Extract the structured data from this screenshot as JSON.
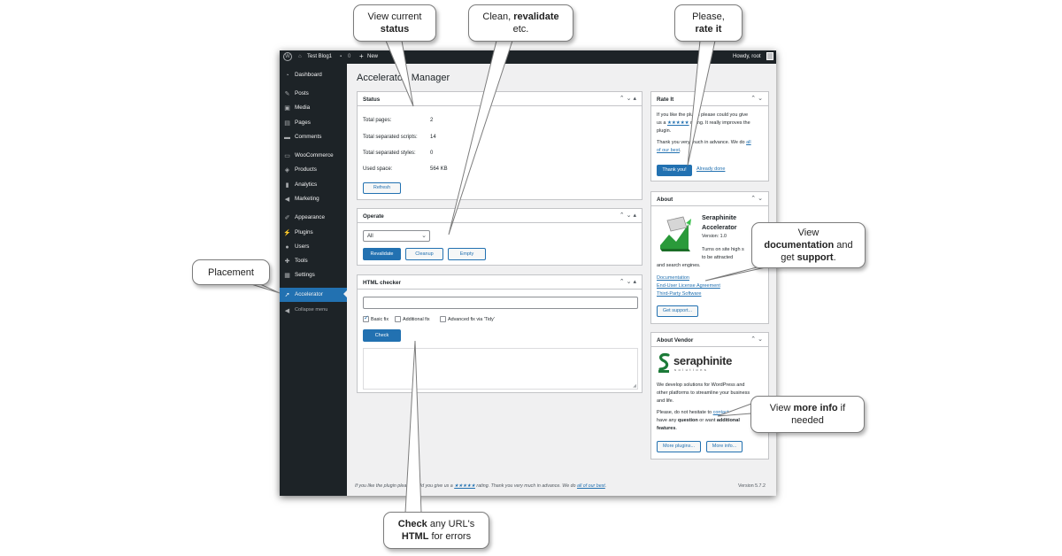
{
  "callouts": {
    "status": {
      "l1": "View current",
      "b1": "status"
    },
    "revalidate": {
      "a1": "Clean, ",
      "b1": "revalidate",
      "l2": "etc."
    },
    "rate": {
      "l1": "Please,",
      "b1": "rate it"
    },
    "placement": {
      "l1": "Placement"
    },
    "docs": {
      "l1": "View",
      "b1": "documentation",
      "a1": " and",
      "l3a": "get ",
      "b2": "support",
      "l3b": "."
    },
    "moreinfo": {
      "a1": "View ",
      "b1": "more info",
      "a2": " if",
      "l2": "needed"
    },
    "check": {
      "b1": "Check",
      "a1": " any URL's",
      "b2": "HTML",
      "a2": " for errors"
    }
  },
  "adminbar": {
    "site": "Test Blog1",
    "comments": "0",
    "new": "New",
    "howdy": "Howdy, root"
  },
  "sidebar": {
    "items": [
      {
        "label": "Dashboard",
        "icon": "dashboard-icon"
      },
      {
        "label": "Posts",
        "icon": "pin-icon"
      },
      {
        "label": "Media",
        "icon": "media-icon"
      },
      {
        "label": "Pages",
        "icon": "pages-icon"
      },
      {
        "label": "Comments",
        "icon": "comments-icon"
      },
      {
        "label": "WooCommerce",
        "icon": "woocommerce-icon"
      },
      {
        "label": "Products",
        "icon": "products-icon"
      },
      {
        "label": "Analytics",
        "icon": "analytics-icon"
      },
      {
        "label": "Marketing",
        "icon": "megaphone-icon"
      },
      {
        "label": "Appearance",
        "icon": "brush-icon"
      },
      {
        "label": "Plugins",
        "icon": "plug-icon"
      },
      {
        "label": "Users",
        "icon": "users-icon"
      },
      {
        "label": "Tools",
        "icon": "wrench-icon"
      },
      {
        "label": "Settings",
        "icon": "settings-icon"
      },
      {
        "label": "Accelerator",
        "icon": "accelerator-icon"
      },
      {
        "label": "Collapse menu",
        "icon": "collapse-icon"
      }
    ]
  },
  "page_title": "Accelerator: Manager",
  "status": {
    "title": "Status",
    "rows": [
      {
        "label": "Total pages:",
        "value": "2"
      },
      {
        "label": "Total separated scripts:",
        "value": "14"
      },
      {
        "label": "Total separated styles:",
        "value": "0"
      },
      {
        "label": "Used space:",
        "value": "564 KB"
      }
    ],
    "refresh": "Refresh"
  },
  "operate": {
    "title": "Operate",
    "select_value": "All",
    "revalidate": "Revalidate",
    "cleanup": "Cleanup",
    "empty": "Empty"
  },
  "html_checker": {
    "title": "HTML checker",
    "basic": "Basic fix",
    "additional": "Additional fix",
    "advanced": "Advanced fix via 'Tidy'",
    "check": "Check"
  },
  "rate_it": {
    "title": "Rate It",
    "p1a": "If you like the plugin please could you give",
    "p1b": "us a",
    "stars": "★★★★★",
    "p1c": " rating. It really improves the",
    "p1d": "plugin.",
    "p2a": "Thank you very much in advance. We do ",
    "p2link": "all",
    "p2link2": "of our best",
    "p2end": ".",
    "thanks": "Thank you!",
    "already": "Already done"
  },
  "about": {
    "title": "About",
    "name1": "Seraphinite",
    "name2": "Accelerator",
    "version": "Version: 1.0",
    "d1": "Turns on site high s",
    "d2": "to be attracted",
    "d3": "and search engines.",
    "doc": "Documentation",
    "eula": "End-User License Agreement",
    "third": "Third-Party Software",
    "support": "Get support..."
  },
  "vendor": {
    "title": "About Vendor",
    "logo": "seraphinite",
    "logo_sub": "solutions",
    "t1": "We develop solutions for WordPress and",
    "t2": "other platforms to streamline your business",
    "t3": "and life.",
    "t4a": "Please, do not hesitate to ",
    "t4link": "contact us",
    "t4b": " if",
    "t5a": "have any ",
    "t5b": "question",
    "t5c": " or want ",
    "t5d": "additional",
    "t6": "features",
    "t6end": ".",
    "plugins": "More plugins...",
    "info": "More info..."
  },
  "footer": {
    "a": "If you like the plugin please could you give us a ",
    "stars": "★★★★★",
    "b": " rating. Thank you very much in advance. We do ",
    "link": "all of our best",
    "c": ".",
    "version": "Version 5.7.2"
  },
  "colors": {
    "accent": "#2271b1",
    "sidebar_bg": "#1d2327",
    "content_bg": "#f0f0f1"
  }
}
